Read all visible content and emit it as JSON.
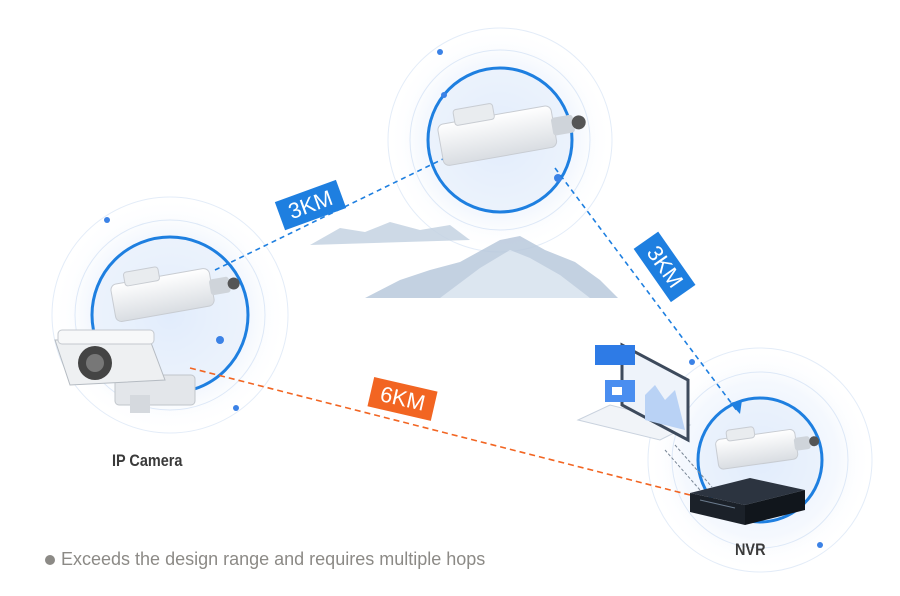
{
  "links": [
    {
      "label": "3KM",
      "color": "#1e7fe0"
    },
    {
      "label": "3KM",
      "color": "#1e7fe0"
    },
    {
      "label": "6KM",
      "color": "#f26522"
    }
  ],
  "nodes": {
    "camera_label": "IP Camera",
    "nvr_label": "NVR"
  },
  "caption": "Exceeds the design range and requires multiple hops"
}
